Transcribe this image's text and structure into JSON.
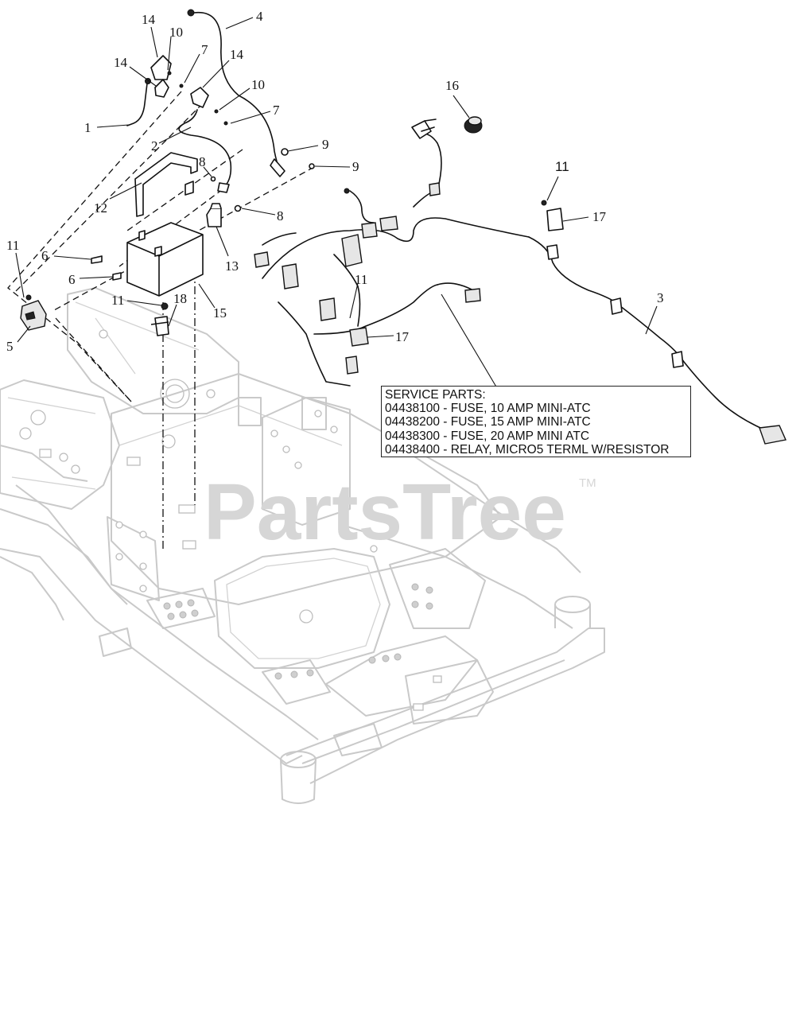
{
  "watermark": {
    "text": "PartsTree",
    "trademark": "TM"
  },
  "service_parts": {
    "heading": "SERVICE PARTS:",
    "items": [
      "04438100 - FUSE, 10 AMP MINI-ATC",
      "04438200 - FUSE, 15 AMP MINI-ATC",
      "04438300 - FUSE, 20 AMP MINI ATC",
      "04438400 - RELAY, MICRO5 TERML W/RESISTOR"
    ]
  },
  "callouts": [
    {
      "name": "callout-14-a",
      "label": "14"
    },
    {
      "name": "callout-10-a",
      "label": "10"
    },
    {
      "name": "callout-4",
      "label": "4"
    },
    {
      "name": "callout-7-a",
      "label": "7"
    },
    {
      "name": "callout-14-b",
      "label": "14"
    },
    {
      "name": "callout-14-c",
      "label": "14"
    },
    {
      "name": "callout-10-b",
      "label": "10"
    },
    {
      "name": "callout-7-b",
      "label": "7"
    },
    {
      "name": "callout-1",
      "label": "1"
    },
    {
      "name": "callout-2",
      "label": "2"
    },
    {
      "name": "callout-9-a",
      "label": "9"
    },
    {
      "name": "callout-9-b",
      "label": "9"
    },
    {
      "name": "callout-8-a",
      "label": "8"
    },
    {
      "name": "callout-12",
      "label": "12"
    },
    {
      "name": "callout-8-b",
      "label": "8"
    },
    {
      "name": "callout-13",
      "label": "13"
    },
    {
      "name": "callout-11-a",
      "label": "11"
    },
    {
      "name": "callout-6-a",
      "label": "6"
    },
    {
      "name": "callout-6-b",
      "label": "6"
    },
    {
      "name": "callout-15",
      "label": "15"
    },
    {
      "name": "callout-11-b",
      "label": "11"
    },
    {
      "name": "callout-18",
      "label": "18"
    },
    {
      "name": "callout-5",
      "label": "5"
    },
    {
      "name": "callout-16",
      "label": "16"
    },
    {
      "name": "callout-11-c",
      "label": "11"
    },
    {
      "name": "callout-17-a",
      "label": "17"
    },
    {
      "name": "callout-3",
      "label": "3"
    },
    {
      "name": "callout-11-d",
      "label": "11"
    },
    {
      "name": "callout-17-b",
      "label": "17"
    }
  ]
}
